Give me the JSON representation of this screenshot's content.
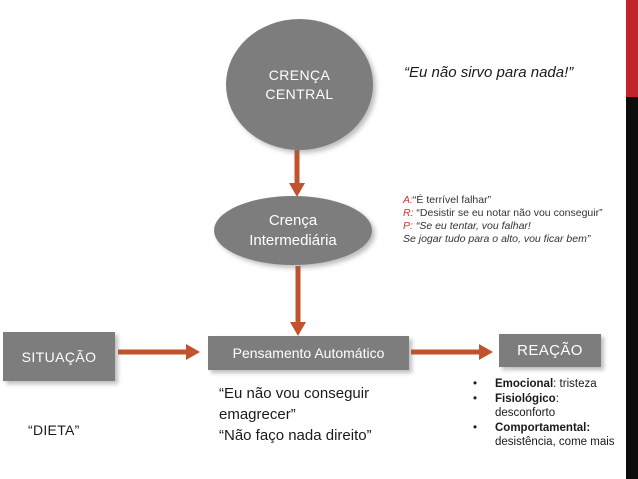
{
  "colors": {
    "shape_gray": "#7d7d7d",
    "arrow_orange": "#c0532b",
    "accent_red": "#cc3333",
    "band_red": "#c2242e",
    "band_black": "#0d0d0d"
  },
  "nodes": {
    "core_belief": {
      "label": "CRENÇA\nCENTRAL"
    },
    "intermediate_belief": {
      "label": "Crença\nIntermediária"
    },
    "automatic_thought": {
      "label": "Pensamento Automático"
    },
    "situation": {
      "label": "SITUAÇÃO"
    },
    "reaction": {
      "label": "REAÇÃO"
    }
  },
  "annotations": {
    "core_belief_quote": "“Eu não sirvo para nada!”",
    "rules": [
      {
        "prefix": "A:",
        "text": "“É terrível falhar”"
      },
      {
        "prefix": "R:",
        "text": " “Desistir se eu notar não vou conseguir”"
      },
      {
        "prefix": "P:",
        "text": " “Se eu tentar, vou falhar!"
      },
      {
        "prefix": "",
        "text": "Se jogar tudo para o alto, vou ficar bem”"
      }
    ],
    "situation_example": "“DIETA”",
    "automatic_thought_quotes": [
      "“Eu não vou conseguir emagrecer”",
      "“Não faço nada direito”"
    ],
    "reaction_items": [
      {
        "term": "Emocional",
        "rest": ": tristeza"
      },
      {
        "term": "Fisiológico",
        "rest": ": desconforto"
      },
      {
        "term": "Comportamental:",
        "rest": " desistência, come mais"
      }
    ],
    "bullet_glyph": "•"
  }
}
